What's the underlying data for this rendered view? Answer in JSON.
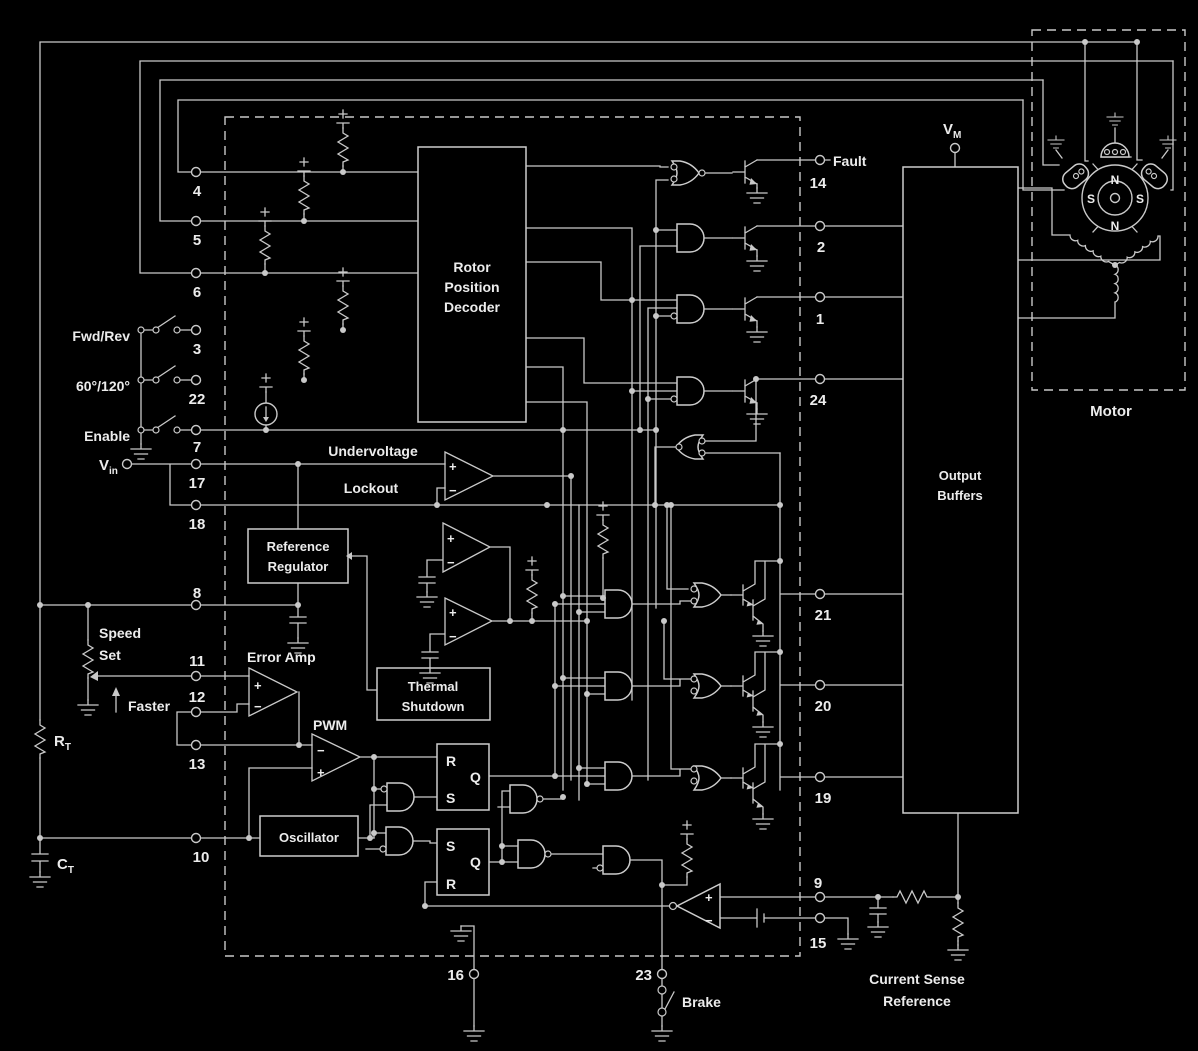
{
  "labels": {
    "fwd_rev": "Fwd/Rev",
    "degrees": "60°/120°",
    "enable": "Enable",
    "vin_main": "V",
    "vin_sub": "in",
    "speed": "Speed",
    "set": "Set",
    "faster": "Faster",
    "rt_main": "R",
    "rt_sub": "T",
    "ct_main": "C",
    "ct_sub": "T",
    "vm_main": "V",
    "vm_sub": "M",
    "fault": "Fault",
    "motor": "Motor",
    "brake": "Brake",
    "undervoltage": "Undervoltage",
    "lockout": "Lockout",
    "error_amp": "Error Amp",
    "pwm": "PWM",
    "oscillator": "Oscillator",
    "current_sense_1": "Current Sense",
    "current_sense_2": "Reference"
  },
  "blocks": {
    "decoder": [
      "Rotor",
      "Position",
      "Decoder"
    ],
    "reference_regulator": [
      "Reference",
      "Regulator"
    ],
    "thermal_shutdown": [
      "Thermal",
      "Shutdown"
    ],
    "output_buffers": [
      "Output",
      "Buffers"
    ],
    "latch1": [
      "R",
      "Q",
      "S"
    ],
    "latch2": [
      "S",
      "Q",
      "R"
    ]
  },
  "pins": {
    "left": [
      "4",
      "5",
      "6",
      "3",
      "22",
      "7",
      "17",
      "18",
      "8",
      "11",
      "12",
      "13",
      "10"
    ],
    "right": [
      "14",
      "2",
      "1",
      "24",
      "21",
      "20",
      "19",
      "9",
      "15"
    ],
    "bottom": [
      "16",
      "23"
    ]
  },
  "motor": {
    "poles": [
      "N",
      "S",
      "S",
      "N"
    ]
  },
  "signs": {
    "plus": "+",
    "minus": "−"
  }
}
